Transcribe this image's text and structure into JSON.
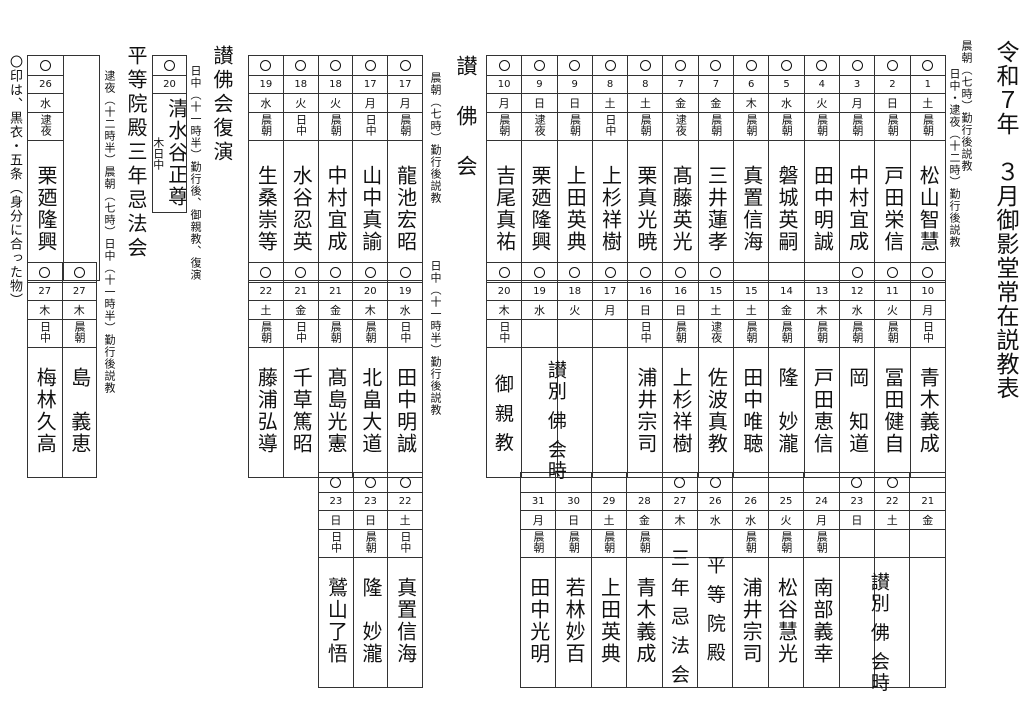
{
  "header": {
    "title": "令和７年　３月御影堂常在説教表",
    "schedule_top": "晨朝（七時）勤行後説教",
    "schedule_bottom": "日中・逮夜（十二時）勤行後説教"
  },
  "sections": {
    "sanbutsu_kai": "讃　佛　会",
    "sanbutsu_fukuen": "讃佛会復演",
    "byodoin": "平等院殿三年忌法会"
  },
  "hour_notes": {
    "asa_sanbutsu": "晨朝（七時）勤行後説教",
    "nitchu_sanbutsu": "日中（十一時半）勤行後説教",
    "fukuen": "日中（十一時半）勤行後、御親教、復演",
    "byodoin": "逮夜（十二時半）晨朝（七時）日中（十一時半）勤行後説教"
  },
  "note": "〇印は、黒衣・五条（身分に合った物）",
  "circle": "○",
  "special_labels": {
    "sanbutsu_betsuji": "讃別 佛 会時",
    "goshinkyo": "御 親 教",
    "sannenki": "三 年 忌 法 会",
    "byodoin_short": "平 等 院 殿"
  },
  "block1_right": {
    "dates": [
      "1",
      "2",
      "3",
      "4",
      "5",
      "6",
      "7",
      "7",
      "8",
      "8",
      "9",
      "9",
      "10"
    ],
    "dows": [
      "土",
      "日",
      "月",
      "火",
      "水",
      "木",
      "金",
      "金",
      "土",
      "土",
      "日",
      "日",
      "月"
    ],
    "sessions": [
      "晨朝",
      "晨朝",
      "晨朝",
      "晨朝",
      "晨朝",
      "晨朝",
      "晨朝",
      "逮夜",
      "晨朝",
      "日中",
      "晨朝",
      "逮夜",
      "晨朝"
    ],
    "preachers": [
      "松山智慧",
      "戸田栄信",
      "中村宜成",
      "田中明誠",
      "磐城英嗣",
      "真置信海",
      "三井蓮孝",
      "髙藤英光",
      "栗真光暁",
      "上杉祥樹",
      "上田英典",
      "栗廼隆興",
      "吉尾真祐"
    ],
    "circles": [
      true,
      true,
      true,
      true,
      true,
      true,
      true,
      true,
      true,
      true,
      true,
      true,
      true
    ]
  },
  "block2_right": {
    "dates": [
      "10",
      "11",
      "12",
      "13",
      "14",
      "15",
      "15",
      "16",
      "16",
      "17",
      "18",
      "19",
      "20"
    ],
    "dows": [
      "月",
      "火",
      "水",
      "木",
      "金",
      "土",
      "土",
      "日",
      "日",
      "月",
      "火",
      "水",
      "木"
    ],
    "sessions": [
      "日中",
      "晨朝",
      "晨朝",
      "晨朝",
      "晨朝",
      "晨朝",
      "逮夜",
      "晨朝",
      "日中",
      "",
      "",
      "",
      "日中"
    ],
    "preachers": [
      "青木義成",
      "冨田健自",
      "岡　知道",
      "戸田恵信",
      "隆　妙瀧",
      "田中唯聴",
      "佐波真教",
      "上杉祥樹",
      "浦井宗司",
      "",
      "",
      "",
      ""
    ],
    "circles": [
      true,
      true,
      true,
      false,
      false,
      false,
      true,
      true,
      true,
      true,
      true,
      true,
      true
    ]
  },
  "block3_right": {
    "dates": [
      "21",
      "22",
      "23",
      "24",
      "25",
      "26",
      "26",
      "27",
      "28",
      "29",
      "30",
      "31"
    ],
    "dows": [
      "金",
      "土",
      "日",
      "月",
      "火",
      "水",
      "水",
      "木",
      "金",
      "土",
      "日",
      "月"
    ],
    "sessions": [
      "",
      "",
      "",
      "晨朝",
      "晨朝",
      "晨朝",
      "",
      "",
      "晨朝",
      "晨朝",
      "晨朝",
      "晨朝"
    ],
    "preachers": [
      "",
      "",
      "",
      "南部義幸",
      "松谷慧光",
      "浦井宗司",
      "",
      "",
      "青木義成",
      "上田英典",
      "若林妙百",
      "田中光明"
    ],
    "circles": [
      false,
      true,
      true,
      false,
      false,
      false,
      true,
      true,
      false,
      false,
      false,
      false
    ]
  },
  "fukuen_top": {
    "dates": [
      "17",
      "17",
      "18",
      "18",
      "19"
    ],
    "dows": [
      "月",
      "月",
      "火",
      "火",
      "水"
    ],
    "sessions": [
      "晨朝",
      "日中",
      "晨朝",
      "日中",
      "晨朝"
    ],
    "preachers": [
      "龍池宏昭",
      "山中真諭",
      "中村宜成",
      "水谷忍英",
      "生桑崇等"
    ],
    "circles": [
      true,
      true,
      true,
      true,
      true
    ]
  },
  "fukuen_bottom": {
    "dates": [
      "19",
      "20",
      "21",
      "21",
      "22"
    ],
    "dows": [
      "水",
      "木",
      "金",
      "金",
      "土"
    ],
    "sessions": [
      "日中",
      "晨朝",
      "晨朝",
      "日中",
      "晨朝"
    ],
    "preachers": [
      "田中明誠",
      "北畠大道",
      "髙島光憲",
      "千草篤昭",
      "藤浦弘導"
    ],
    "circles": [
      true,
      true,
      true,
      true,
      true
    ]
  },
  "fukuen_third": {
    "dates": [
      "22",
      "23",
      "23"
    ],
    "dows": [
      "土",
      "日",
      "日"
    ],
    "sessions": [
      "日中",
      "晨朝",
      "日中"
    ],
    "preachers": [
      "真置信海",
      "隆　妙瀧",
      "鷲山了悟"
    ],
    "circles": [
      true,
      true,
      true
    ]
  },
  "byodoin_top": {
    "date": "20",
    "dow": "木",
    "session": "日中",
    "preacher": "清水谷正尊"
  },
  "byodoin_left_top": {
    "date": "26",
    "dow": "水",
    "session": "逮夜",
    "preacher": "栗廼隆興"
  },
  "byodoin_left_bottom": {
    "dates": [
      "27",
      "27"
    ],
    "dows": [
      "木",
      "木"
    ],
    "sessions": [
      "晨朝",
      "日中"
    ],
    "preachers": [
      "島　義恵",
      "梅林久高"
    ]
  }
}
